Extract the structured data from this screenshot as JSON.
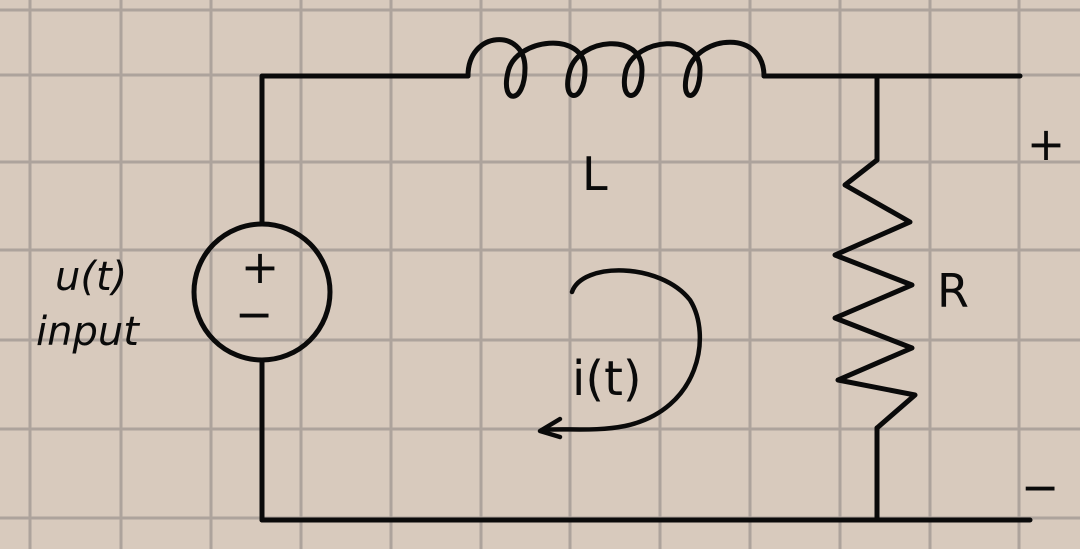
{
  "background": {
    "paper_color": "#d8cabd",
    "grid_color": "#ada39c",
    "ink_color": "#0a0a0a"
  },
  "labels": {
    "source_name": "u(t)",
    "source_desc": "input",
    "source_plus": "+",
    "source_minus": "−",
    "inductor": "L",
    "resistor": "R",
    "current": "i(t)",
    "output_plus": "+",
    "output_minus": "−"
  }
}
